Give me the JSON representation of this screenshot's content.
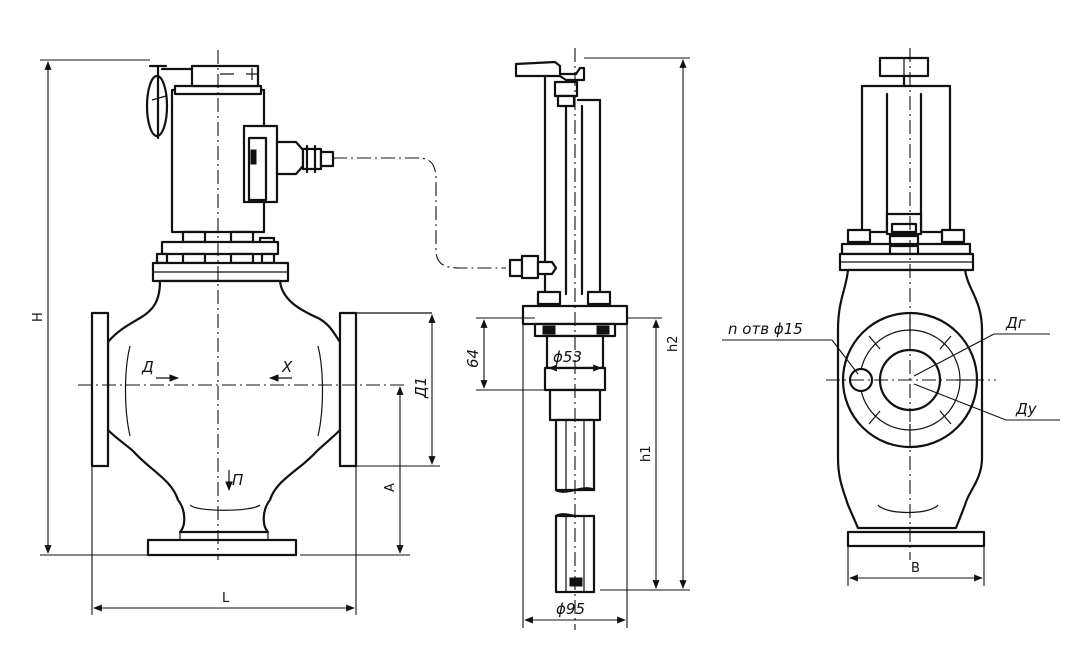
{
  "labels": {
    "H": "H",
    "L": "L",
    "A": "A",
    "D": "Д",
    "X": "Х",
    "P": "П",
    "D1": "Д1",
    "d64": "64",
    "phi53": "ϕ53",
    "h1": "h1",
    "h2": "h2",
    "phi95": "ϕ95",
    "hole": "n отв ϕ15",
    "Dg": "Дг",
    "Du": "Ду",
    "B": "B"
  }
}
